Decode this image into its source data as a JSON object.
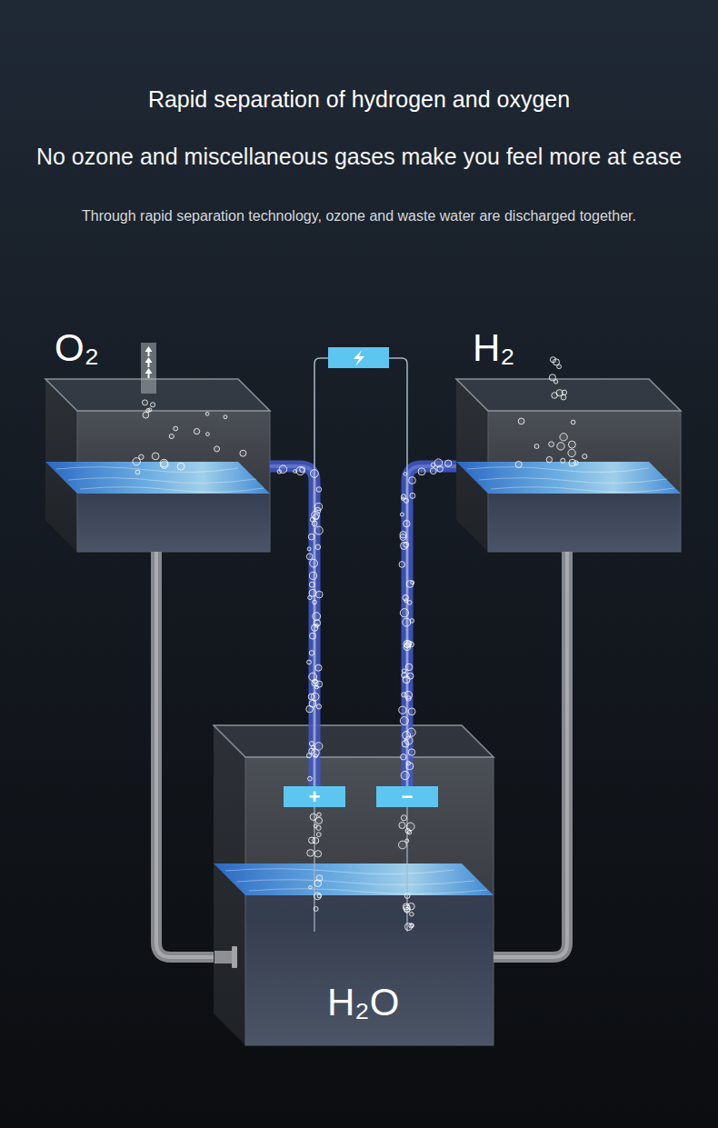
{
  "diagram": {
    "title": "Rapid separation of hydrogen and oxygen",
    "nodes": [
      {
        "text": [
          "O₂"
        ]
      },
      {
        "text": [
          "H₂"
        ]
      },
      {
        "text": [
          "H₂O"
        ]
      },
      {
        "text": [
          "+"
        ],
        "in": 2
      },
      {
        "text": [
          "−"
        ],
        "in": 2
      }
    ],
    "edges": [
      {
        "from": 3,
        "to": 0,
        "arrow": "none"
      },
      {
        "from": 4,
        "to": 1,
        "arrow": "none"
      },
      {
        "from": 0,
        "to": 2,
        "arrow": "none"
      },
      {
        "from": 1,
        "to": 2,
        "arrow": "none"
      }
    ],
    "labels": [
      "No ozone and miscellaneous gases make you feel more at ease",
      "Through rapid separation technology, ozone and waste water are discharged together."
    ]
  }
}
